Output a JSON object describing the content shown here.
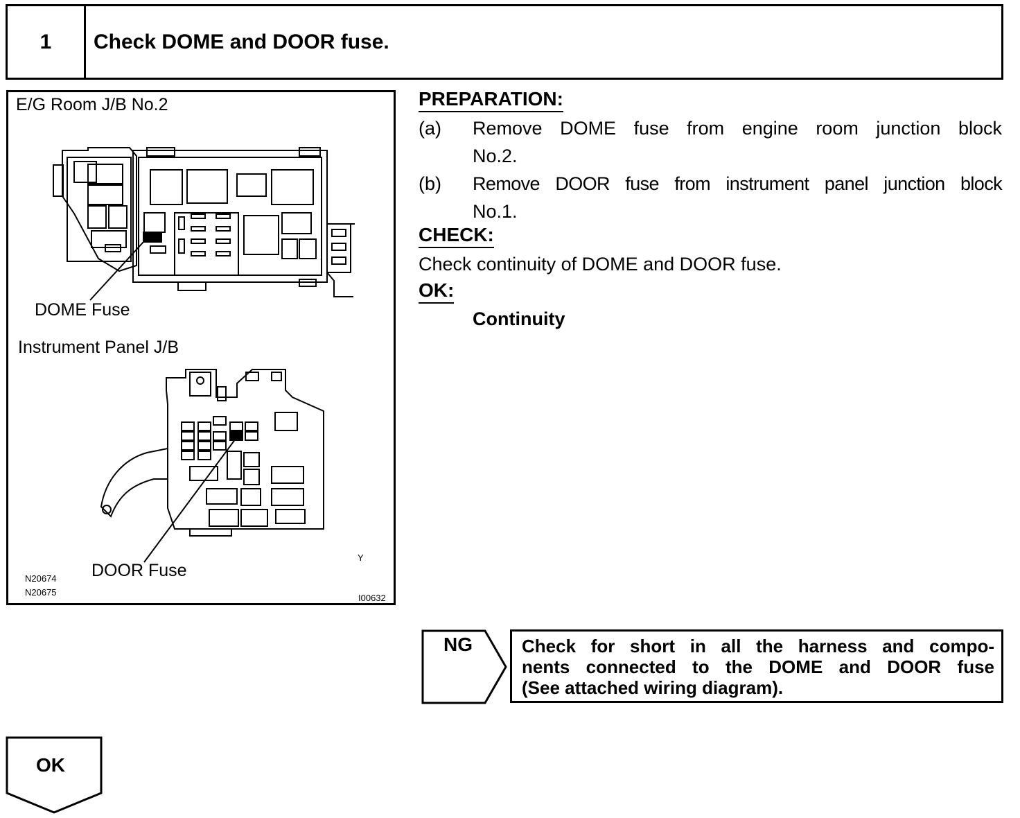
{
  "step": {
    "number": "1",
    "title": "Check DOME and DOOR fuse."
  },
  "illustration": {
    "label_eg": "E/G Room J/B No.2",
    "label_dome": "DOME Fuse",
    "label_ip": "Instrument Panel J/B",
    "label_door": "DOOR Fuse",
    "code_1": "N20674",
    "code_2": "N20675",
    "mark_y": "Y",
    "code_id": "I00632"
  },
  "preparation": {
    "heading": "PREPARATION:",
    "a_marker": "(a)",
    "a_line1": "Remove DOME fuse from engine room junction block",
    "a_line2": "No.2.",
    "b_marker": "(b)",
    "b_line1": "Remove DOOR fuse from instrument panel junction block",
    "b_line2": "No.1."
  },
  "check": {
    "heading": "CHECK:",
    "text": "Check continuity of DOME and DOOR fuse."
  },
  "ok_spec": {
    "heading": "OK:",
    "value": "Continuity"
  },
  "ng": {
    "label": "NG",
    "line1": "Check for short in all the harness and compo-",
    "line2": "nents connected to the DOME and DOOR fuse",
    "line3": "(See attached wiring diagram)."
  },
  "ok_button": {
    "label": "OK"
  }
}
